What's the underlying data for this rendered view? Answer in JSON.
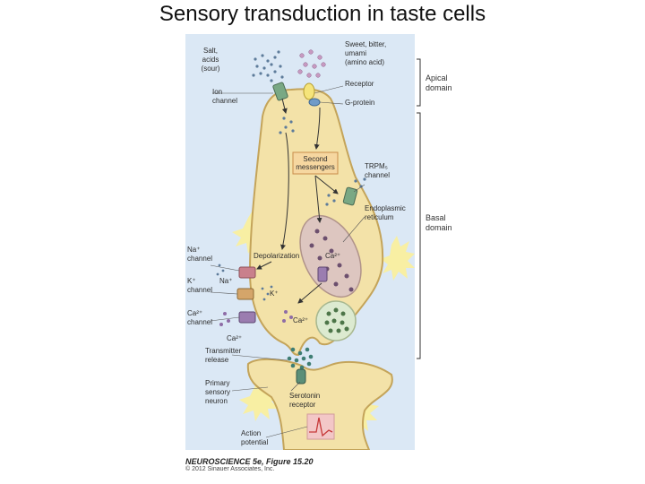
{
  "title": "Sensory transduction in taste cells",
  "labels": {
    "salt": [
      "Salt,",
      "acids",
      "(sour)"
    ],
    "ion_channel": [
      "Ion",
      "channel"
    ],
    "sweet": [
      "Sweet, bitter,",
      "umami",
      "(amino acid)"
    ],
    "receptor": "Receptor",
    "gprotein": "G-protein",
    "second": [
      "Second",
      "messengers"
    ],
    "trpm": [
      "TRPM₅",
      "channel"
    ],
    "er": [
      "Endoplasmic",
      "reticulum"
    ],
    "depol": "Depolarization",
    "ca2_er": "Ca²⁺",
    "na_ch": [
      "Na⁺",
      "channel"
    ],
    "na_ion": "Na⁺",
    "k_ch": [
      "K⁺",
      "channel"
    ],
    "k_ion": "K⁺",
    "ca_ch": [
      "Ca²⁺",
      "channel"
    ],
    "ca_ion": "Ca²⁺",
    "ca_ion2": "Ca²⁺",
    "transmitter": [
      "Transmitter",
      "release"
    ],
    "primary": [
      "Primary",
      "sensory",
      "neuron"
    ],
    "serotonin": [
      "Serotonin",
      "receptor"
    ],
    "action": [
      "Action",
      "potential"
    ]
  },
  "domains": {
    "apical": [
      "Apical",
      "domain"
    ],
    "basal": [
      "Basal",
      "domain"
    ]
  },
  "credit": {
    "title": "NEUROSCIENCE 5e, Figure 15.20",
    "copyright": "© 2012 Sinauer Associates, Inc."
  },
  "colors": {
    "panel": "#dbe8f5",
    "cell_fill": "#f3e2a8",
    "cell_border": "#c4a45a",
    "organelle": "#ddc6c0",
    "vesicle": "#dcead0",
    "channel_green": "#79a884",
    "channel_pink": "#c9808c",
    "channel_purple": "#9b7db0",
    "ap_box": "#f3c7c7"
  }
}
